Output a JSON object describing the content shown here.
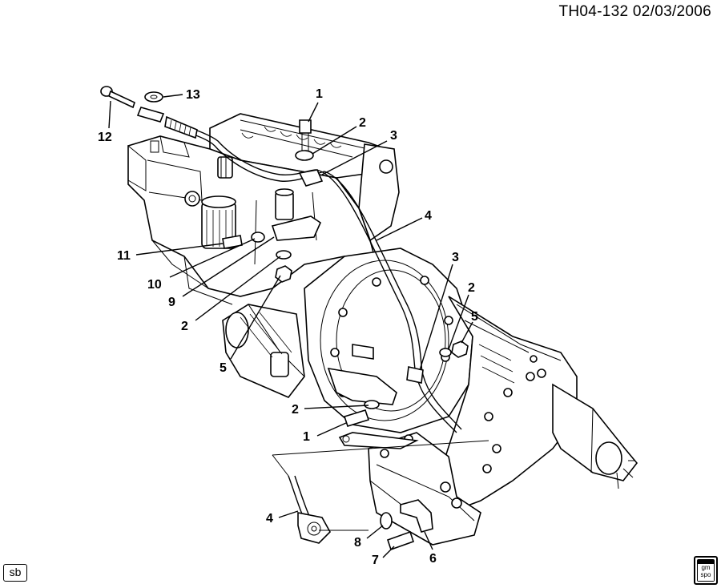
{
  "header": {
    "diagram_id": "TH04-132 02/03/2006"
  },
  "callouts": [
    {
      "key": "c1a",
      "label": "1"
    },
    {
      "key": "c2a",
      "label": "2"
    },
    {
      "key": "c3a",
      "label": "3"
    },
    {
      "key": "c4a",
      "label": "4"
    },
    {
      "key": "c3b",
      "label": "3"
    },
    {
      "key": "c2b",
      "label": "2"
    },
    {
      "key": "c5a",
      "label": "5"
    },
    {
      "key": "c11",
      "label": "11"
    },
    {
      "key": "c10",
      "label": "10"
    },
    {
      "key": "c9",
      "label": "9"
    },
    {
      "key": "c2c",
      "label": "2"
    },
    {
      "key": "c5b",
      "label": "5"
    },
    {
      "key": "c2d",
      "label": "2"
    },
    {
      "key": "c1b",
      "label": "1"
    },
    {
      "key": "c4b",
      "label": "4"
    },
    {
      "key": "c8",
      "label": "8"
    },
    {
      "key": "c7",
      "label": "7"
    },
    {
      "key": "c6",
      "label": "6"
    },
    {
      "key": "c12",
      "label": "12"
    },
    {
      "key": "c13",
      "label": "13"
    }
  ],
  "badges": {
    "sb": "sb",
    "gm_logo": "gm spo"
  }
}
